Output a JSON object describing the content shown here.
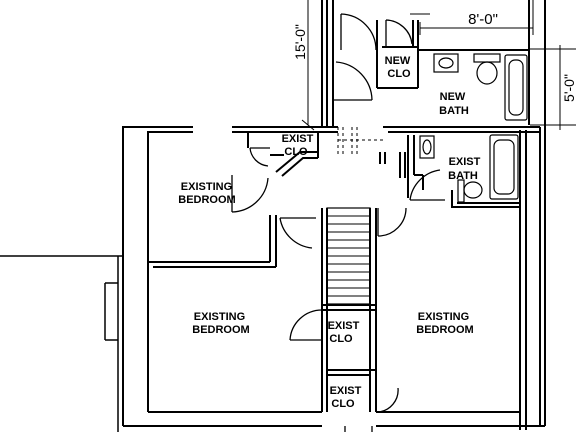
{
  "plan": {
    "dimensions": {
      "left_vertical": "15'-0\"",
      "top_horizontal": "8'-0\"",
      "right_vertical": "5'-0\""
    },
    "rooms": {
      "new_clo": [
        "NEW",
        "CLO"
      ],
      "new_bath": [
        "NEW",
        "BATH"
      ],
      "exist_clo_top": [
        "EXIST",
        "CLO"
      ],
      "exist_bath": [
        "EXIST",
        "BATH"
      ],
      "existing_bedroom_nw": [
        "EXISTING",
        "BEDROOM"
      ],
      "existing_bedroom_sw": [
        "EXISTING",
        "BEDROOM"
      ],
      "existing_bedroom_se": [
        "EXISTING",
        "BEDROOM"
      ],
      "exist_clo_mid": [
        "EXIST",
        "CLO"
      ],
      "exist_clo_bottom": [
        "EXIST",
        "CLO"
      ]
    }
  }
}
